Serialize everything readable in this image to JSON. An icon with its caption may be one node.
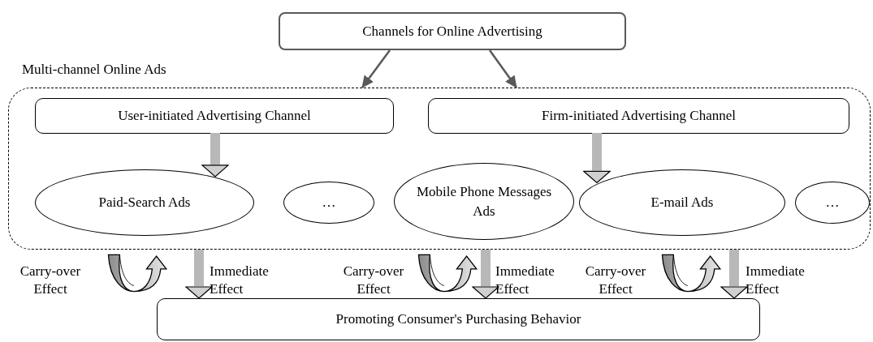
{
  "diagram": {
    "nodes": [
      {
        "text": [
          "Channels for Online Advertising"
        ]
      },
      {
        "text": [
          "Multi-channel Online Ads"
        ]
      },
      {
        "text": [
          "User-initiated Advertising Channel"
        ],
        "in": 1
      },
      {
        "text": [
          "Firm-initiated Advertising Channel"
        ],
        "in": 1
      },
      {
        "text": [
          "Paid-Search Ads"
        ],
        "in": 1
      },
      {
        "text": [
          "…"
        ],
        "in": 1
      },
      {
        "text": [
          "Mobile Phone Messages Ads"
        ],
        "in": 1
      },
      {
        "text": [
          "E-mail Ads"
        ],
        "in": 1
      },
      {
        "text": [
          "…"
        ],
        "in": 1
      },
      {
        "text": [
          "Promoting Consumer's Purchasing Behavior"
        ]
      }
    ],
    "edges": [
      {
        "from": 0,
        "to": 1,
        "arrow": "to",
        "color": "#595959"
      },
      {
        "from": 0,
        "to": 1,
        "arrow": "to",
        "color": "#595959"
      },
      {
        "from": 2,
        "to": 4,
        "arrow": "to"
      },
      {
        "from": 3,
        "to": 7,
        "arrow": "to"
      },
      {
        "from": 1,
        "to": 9,
        "arrow": "to",
        "label": "Immediate Effect"
      },
      {
        "from": 1,
        "to": 9,
        "arrow": "to",
        "label": "Immediate Effect"
      },
      {
        "from": 1,
        "to": 9,
        "arrow": "to",
        "label": "Immediate Effect"
      }
    ],
    "labels": [
      "Carry-over Effect",
      "Carry-over Effect",
      "Carry-over Effect"
    ]
  }
}
